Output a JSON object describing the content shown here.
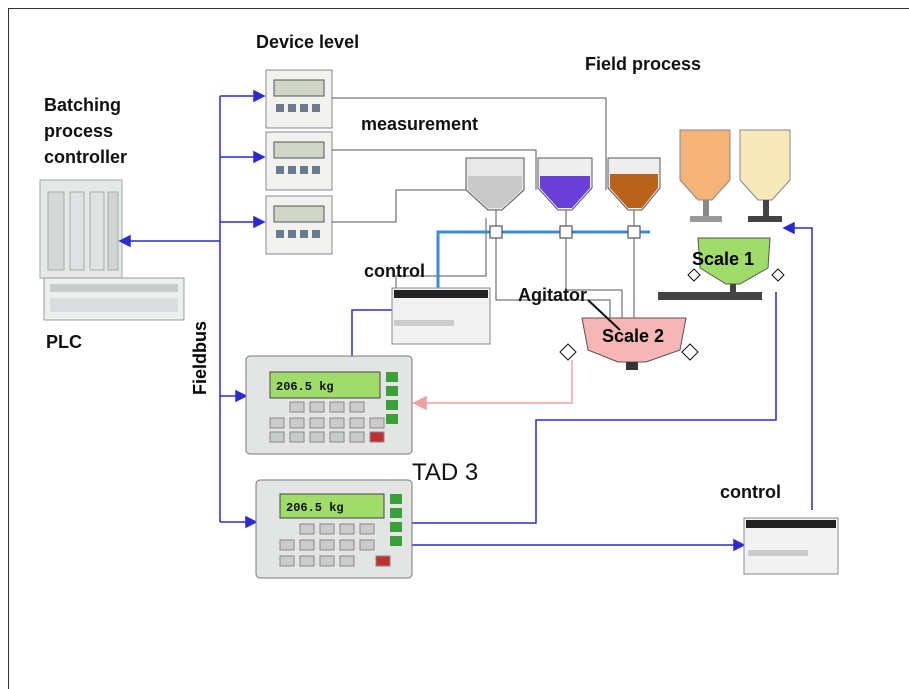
{
  "labels": {
    "device_level": "Device level",
    "field_process": "Field process",
    "batching_line1": "Batching",
    "batching_line2": "process",
    "batching_line3": "controller",
    "measurement": "measurement",
    "control_top": "control",
    "control_bottom": "control",
    "plc": "PLC",
    "fieldbus": "Fieldbus",
    "tad3": "TAD 3",
    "agitator": "Agitator",
    "scale1": "Scale 1",
    "scale2": "Scale 2"
  },
  "terminals": {
    "top_display": "206.5 kg",
    "bottom_display": "206.5 kg"
  },
  "colors": {
    "fieldbus_blue": "#2a2ad0",
    "process_line": "#3a8bd8",
    "feedback_pink": "#f0a0a0",
    "lcd_green": "#9fdc6a",
    "hopper_blue": "#6a3fd8",
    "hopper_brown": "#b8621a",
    "hopper_orange": "#f4b477",
    "hopper_cream": "#f6e8b8",
    "scale1_green": "#9fdc6a",
    "scale2_pink": "#f6b6b6"
  }
}
